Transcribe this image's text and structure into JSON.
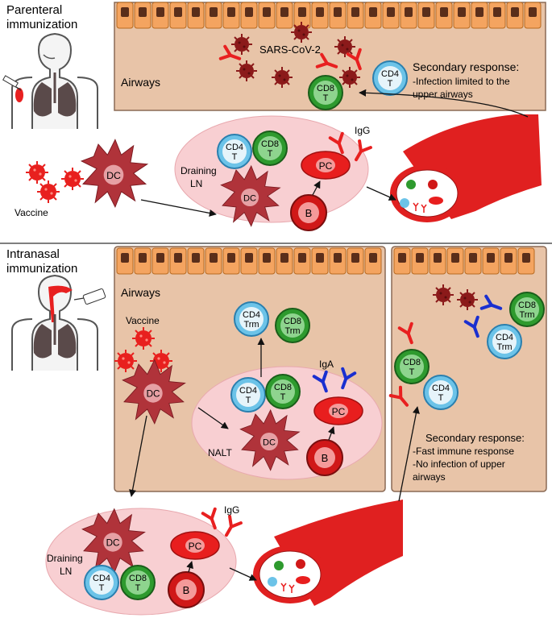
{
  "top_panel": {
    "title_line1": "Parenteral",
    "title_line2": "immunization",
    "airways_label": "Airways",
    "virus_label": "SARS-CoV-2",
    "secondary_title": "Secondary response:",
    "secondary_line1": "-Infection limited to the",
    "secondary_line2": "upper airways",
    "ln_label_line1": "Draining",
    "ln_label_line2": "LN",
    "vaccine_label": "Vaccine",
    "igg_label": "IgG"
  },
  "bottom_panel": {
    "title_line1": "Intranasal",
    "title_line2": "immunization",
    "airways_label": "Airways",
    "vaccine_label": "Vaccine",
    "iga_label": "IgA",
    "nalt_label": "NALT",
    "ln_label_line1": "Draining",
    "ln_label_line2": "LN",
    "igg_label": "IgG",
    "secondary_title": "Secondary response:",
    "secondary_line1": "-Fast immune response",
    "secondary_line2": "-No infection of upper",
    "secondary_line3": "airways"
  },
  "cells": {
    "dc": "DC",
    "pc": "PC",
    "b": "B",
    "cd4_top": "CD4",
    "cd8_top": "CD8",
    "t_bottom": "T",
    "trm_bottom": "Trm"
  },
  "colors": {
    "airway_bg": "#e8c4a8",
    "epithelium": "#f4a460",
    "nucleus": "#5a2e1a",
    "ln_pink": "#f8cfd2",
    "dc_red": "#b0333a",
    "virus": "#8b1a1a",
    "vaccine": "#e8201e",
    "cd4_blue": "#6cc3e8",
    "cd8_green": "#2e9a2e",
    "antibody_red": "#e82020",
    "antibody_blue": "#1a2fd0",
    "vessel_red": "#e02020"
  }
}
